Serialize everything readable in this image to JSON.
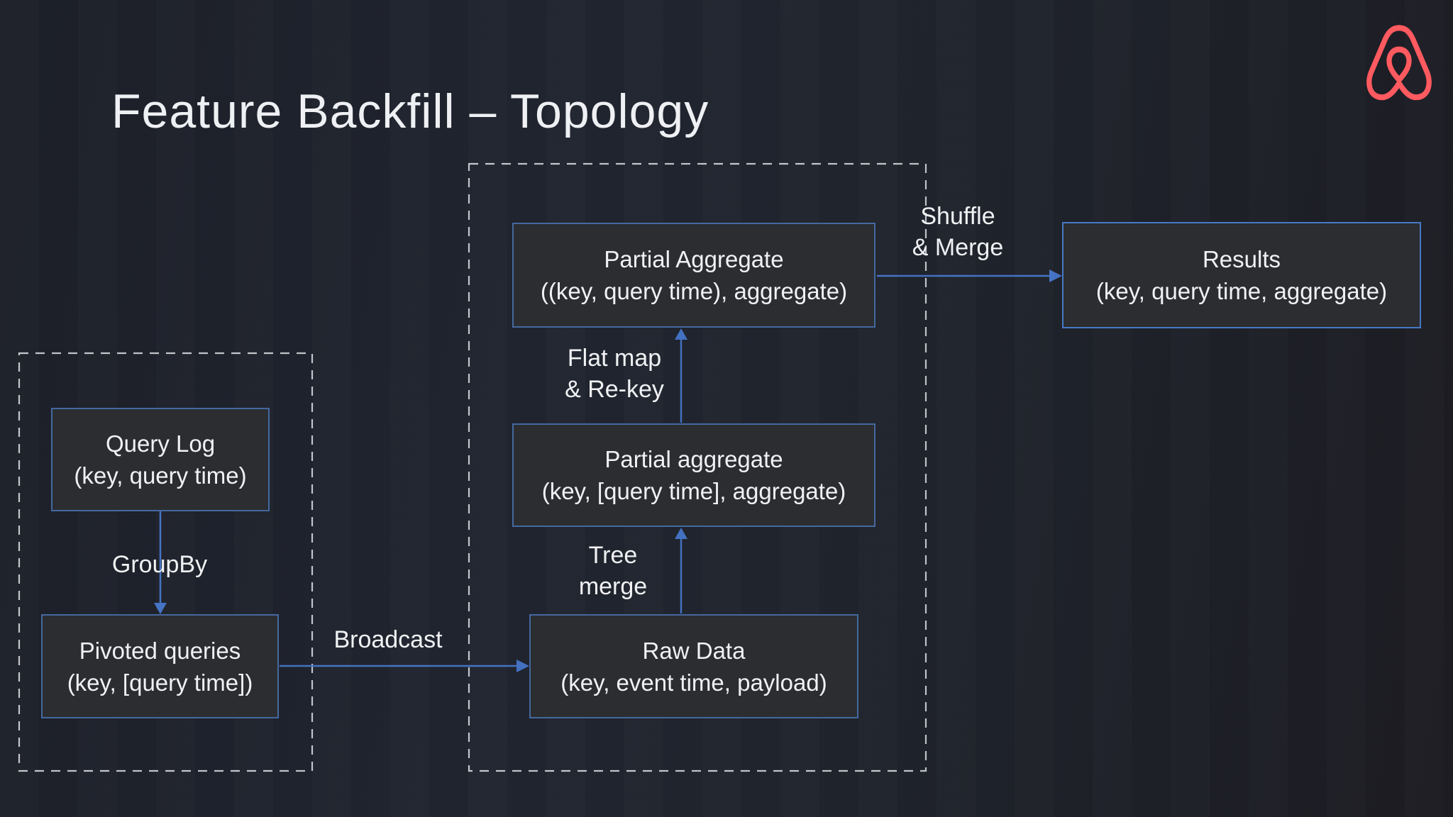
{
  "slide": {
    "title": "Feature Backfill – Topology",
    "logo": "airbnb-logo"
  },
  "theme": {
    "background": "#1f222b",
    "accent": "#4472c4",
    "node_fill": "#2b2d30",
    "node_border": "#44699f",
    "results_border": "#4779c4",
    "dashed_border": "#c3c6cc",
    "text": "#f0f1f3",
    "title_color": "#eef0f3",
    "logo": "#ff5a5f"
  },
  "diagram": {
    "nodes": [
      {
        "id": "query-log",
        "title": "Query Log",
        "subtitle": "(key, query time)"
      },
      {
        "id": "pivoted-queries",
        "title": "Pivoted queries",
        "subtitle": "(key, [query time])"
      },
      {
        "id": "raw-data",
        "title": "Raw Data",
        "subtitle": "(key, event time, payload)"
      },
      {
        "id": "partial-aggregate-mid",
        "title": "Partial aggregate",
        "subtitle": "(key, [query time], aggregate)"
      },
      {
        "id": "partial-aggregate-top",
        "title": "Partial Aggregate",
        "subtitle": "((key, query time), aggregate)"
      },
      {
        "id": "results",
        "title": "Results",
        "subtitle": "(key, query time, aggregate)"
      }
    ],
    "edge_labels": {
      "groupby": "GroupBy",
      "broadcast": "Broadcast",
      "tree_merge": "Tree\nmerge",
      "flat_map": "Flat map\n& Re-key",
      "shuffle": "Shuffle\n& Merge"
    }
  }
}
